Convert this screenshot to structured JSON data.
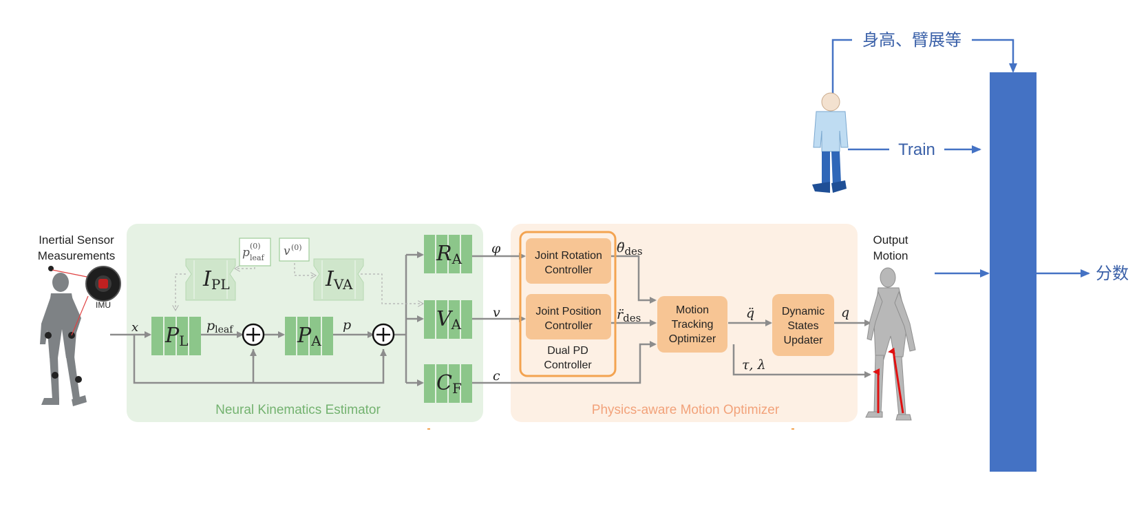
{
  "figure": {
    "input_label_line1": "Inertial Sensor",
    "input_label_line2": "Measurements",
    "imu_label": "IMU",
    "output_label_line1": "Output",
    "output_label_line2": "Motion",
    "nke_panel_title": "Neural Kinematics Estimator",
    "pmo_panel_title": "Physics-aware Motion Optimizer"
  },
  "math": {
    "x": "x",
    "PL": "P",
    "PL_sub": "L",
    "PA": "P",
    "PA_sub": "A",
    "IPL": "I",
    "IPL_sub": "PL",
    "IVA": "I",
    "IVA_sub": "VA",
    "pleaf": "p",
    "pleaf_sub": "leaf",
    "pleaf0": "p",
    "pleaf0_sub": "leaf",
    "pleaf0_sup": "(0)",
    "v0": "v",
    "v0_sup": "(0)",
    "p": "p",
    "RA": "R",
    "RA_sub": "A",
    "VA": "V",
    "VA_sub": "A",
    "CF": "C",
    "CF_sub": "F",
    "phi": "φ",
    "v": "v",
    "c": "c",
    "theta_des": "θ̈",
    "theta_des_sub": "des",
    "r_des": "r̈",
    "r_des_sub": "des",
    "q_ddot": "q̈",
    "q": "q",
    "tau_lambda": "τ, λ"
  },
  "controllers": {
    "joint_rotation_line1": "Joint Rotation",
    "joint_rotation_line2": "Controller",
    "joint_position_line1": "Joint Position",
    "joint_position_line2": "Controller",
    "dual_pd_line1": "Dual PD",
    "dual_pd_line2": "Controller",
    "motion_tracking_line1": "Motion",
    "motion_tracking_line2": "Tracking",
    "motion_tracking_line3": "Optimizer",
    "dynamic_states_line1": "Dynamic",
    "dynamic_states_line2": "States",
    "dynamic_states_line3": "Updater"
  },
  "annotations": {
    "body_params": "身高、臂展等",
    "train": "Train",
    "score": "分数"
  },
  "colors": {
    "green_panel": "#e6f2e4",
    "green_block": "#8cc68a",
    "green_block_stroke": "#6fae6c",
    "green_text": "#73b26f",
    "orange_panel": "#fdf0e4",
    "orange_block": "#f7c594",
    "orange_border": "#f3a350",
    "orange_text": "#f2a27a",
    "arrow_gray": "#8c8c8c",
    "blue": "#4472c4",
    "blue_dark": "#3a60a8"
  }
}
